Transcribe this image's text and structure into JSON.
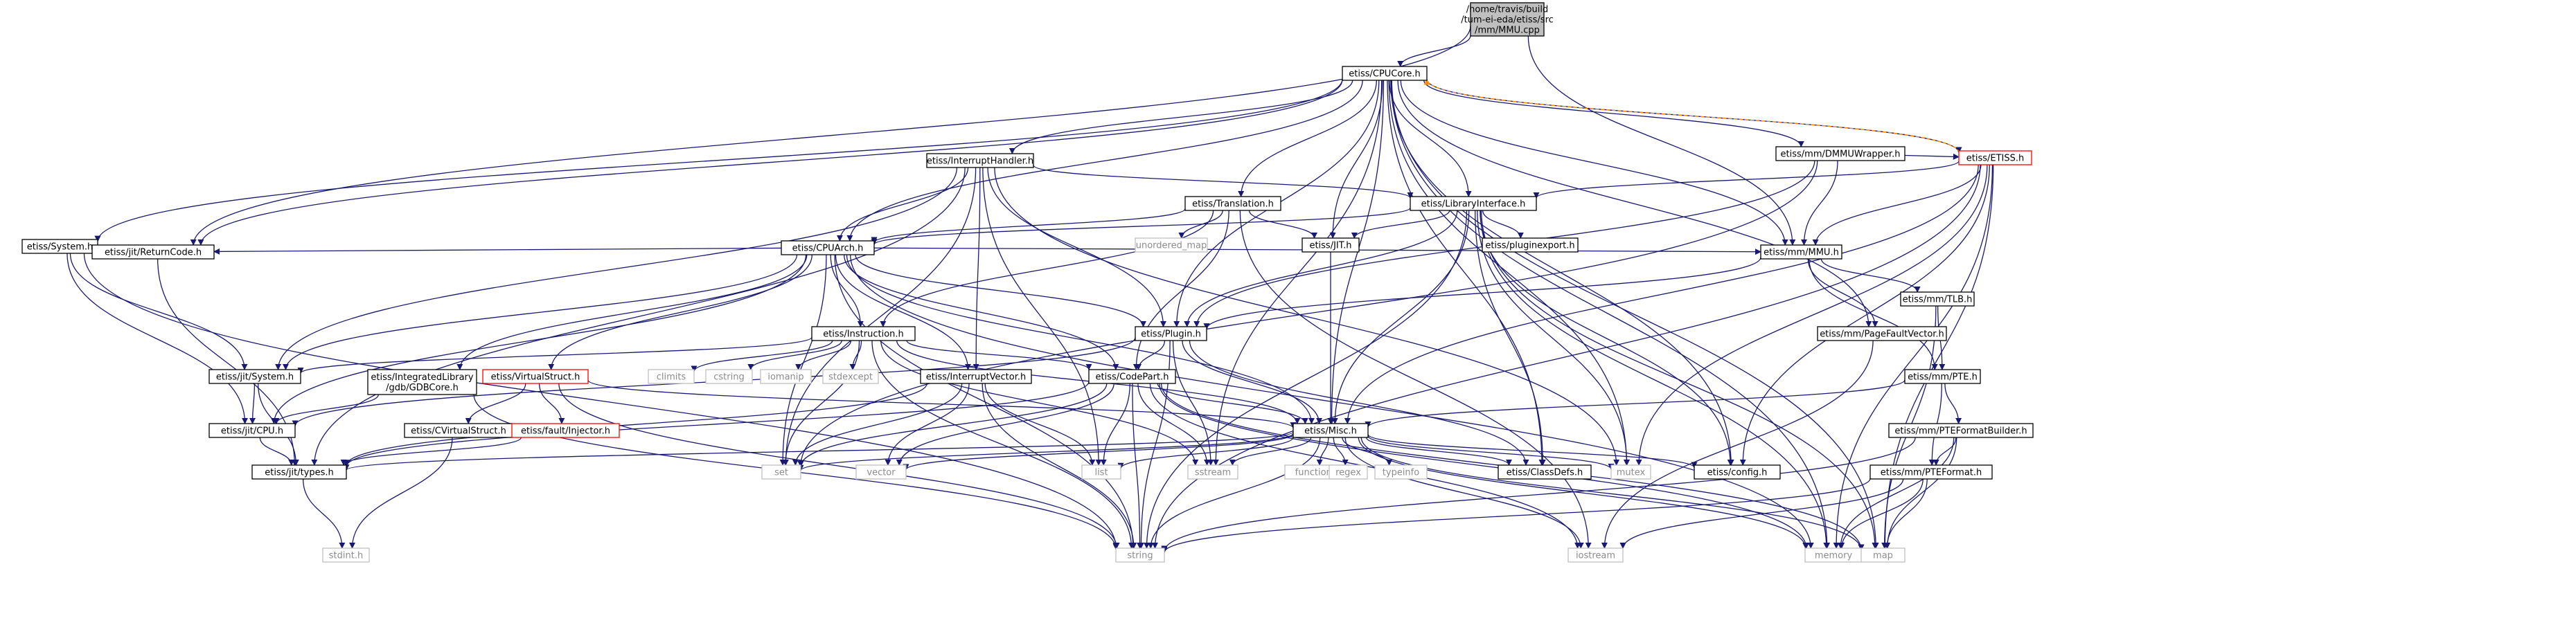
{
  "graph": {
    "palette": {
      "edge": "#191970",
      "edge_alt": "#ff8c00",
      "root_fill": "#bfbfbf",
      "node_border": "#000000",
      "truncated_border": "#ff0000",
      "external_border": "#bfbfbf",
      "external_text": "#8c8c8c"
    },
    "nodes": [
      {
        "id": "root",
        "lines": [
          "/home/travis/build",
          "/tum-ei-eda/etiss/src",
          "/mm/MMU.cpp"
        ],
        "style": "root"
      },
      {
        "id": "cpucore",
        "lines": [
          "etiss/CPUCore.h"
        ],
        "style": "normal"
      },
      {
        "id": "dmmuwrap",
        "lines": [
          "etiss/mm/DMMUWrapper.h"
        ],
        "style": "normal"
      },
      {
        "id": "etisshdr",
        "lines": [
          "etiss/ETISS.h"
        ],
        "style": "truncated"
      },
      {
        "id": "inthandler",
        "lines": [
          "etiss/InterruptHandler.h"
        ],
        "style": "normal"
      },
      {
        "id": "translation",
        "lines": [
          "etiss/Translation.h"
        ],
        "style": "normal"
      },
      {
        "id": "libiface",
        "lines": [
          "etiss/LibraryInterface.h"
        ],
        "style": "normal"
      },
      {
        "id": "system",
        "lines": [
          "etiss/System.h"
        ],
        "style": "normal"
      },
      {
        "id": "returncode",
        "lines": [
          "etiss/jit/ReturnCode.h"
        ],
        "style": "normal"
      },
      {
        "id": "cpuarch",
        "lines": [
          "etiss/CPUArch.h"
        ],
        "style": "normal"
      },
      {
        "id": "unorderedmap",
        "lines": [
          "unordered_map"
        ],
        "style": "external"
      },
      {
        "id": "jit",
        "lines": [
          "etiss/JIT.h"
        ],
        "style": "normal"
      },
      {
        "id": "pluginexport",
        "lines": [
          "etiss/pluginexport.h"
        ],
        "style": "normal"
      },
      {
        "id": "mmu",
        "lines": [
          "etiss/mm/MMU.h"
        ],
        "style": "normal"
      },
      {
        "id": "instruction",
        "lines": [
          "etiss/Instruction.h"
        ],
        "style": "normal"
      },
      {
        "id": "plugin",
        "lines": [
          "etiss/Plugin.h"
        ],
        "style": "normal"
      },
      {
        "id": "pagefault",
        "lines": [
          "etiss/mm/PageFaultVector.h"
        ],
        "style": "normal"
      },
      {
        "id": "tlb",
        "lines": [
          "etiss/mm/TLB.h"
        ],
        "style": "normal"
      },
      {
        "id": "jitsystem",
        "lines": [
          "etiss/jit/System.h"
        ],
        "style": "normal"
      },
      {
        "id": "gdbcore",
        "lines": [
          "etiss/IntegratedLibrary",
          "/gdb/GDBCore.h"
        ],
        "style": "normal"
      },
      {
        "id": "virtualstruct",
        "lines": [
          "etiss/VirtualStruct.h"
        ],
        "style": "truncated"
      },
      {
        "id": "climits",
        "lines": [
          "climits"
        ],
        "style": "external"
      },
      {
        "id": "cstring",
        "lines": [
          "cstring"
        ],
        "style": "external"
      },
      {
        "id": "iomanip",
        "lines": [
          "iomanip"
        ],
        "style": "external"
      },
      {
        "id": "stdexcept",
        "lines": [
          "stdexcept"
        ],
        "style": "external"
      },
      {
        "id": "intvector",
        "lines": [
          "etiss/InterruptVector.h"
        ],
        "style": "normal"
      },
      {
        "id": "codepart",
        "lines": [
          "etiss/CodePart.h"
        ],
        "style": "normal"
      },
      {
        "id": "pte",
        "lines": [
          "etiss/mm/PTE.h"
        ],
        "style": "normal"
      },
      {
        "id": "jitcpu",
        "lines": [
          "etiss/jit/CPU.h"
        ],
        "style": "normal"
      },
      {
        "id": "cvirtual",
        "lines": [
          "etiss/CVirtualStruct.h"
        ],
        "style": "normal"
      },
      {
        "id": "faultinj",
        "lines": [
          "etiss/fault/Injector.h"
        ],
        "style": "truncated"
      },
      {
        "id": "misc",
        "lines": [
          "etiss/Misc.h"
        ],
        "style": "normal"
      },
      {
        "id": "ptebuilder",
        "lines": [
          "etiss/mm/PTEFormatBuilder.h"
        ],
        "style": "normal"
      },
      {
        "id": "jittypes",
        "lines": [
          "etiss/jit/types.h"
        ],
        "style": "normal"
      },
      {
        "id": "set",
        "lines": [
          "set"
        ],
        "style": "external"
      },
      {
        "id": "vector",
        "lines": [
          "vector"
        ],
        "style": "external"
      },
      {
        "id": "list",
        "lines": [
          "list"
        ],
        "style": "external"
      },
      {
        "id": "sstream",
        "lines": [
          "sstream"
        ],
        "style": "external"
      },
      {
        "id": "functional",
        "lines": [
          "functional"
        ],
        "style": "external"
      },
      {
        "id": "regex",
        "lines": [
          "regex"
        ],
        "style": "external"
      },
      {
        "id": "typeinfo",
        "lines": [
          "typeinfo"
        ],
        "style": "external"
      },
      {
        "id": "classdefs",
        "lines": [
          "etiss/ClassDefs.h"
        ],
        "style": "normal"
      },
      {
        "id": "mutex",
        "lines": [
          "mutex"
        ],
        "style": "external"
      },
      {
        "id": "config",
        "lines": [
          "etiss/config.h"
        ],
        "style": "normal"
      },
      {
        "id": "pteformat",
        "lines": [
          "etiss/mm/PTEFormat.h"
        ],
        "style": "normal"
      },
      {
        "id": "stdint",
        "lines": [
          "stdint.h"
        ],
        "style": "external"
      },
      {
        "id": "string",
        "lines": [
          "string"
        ],
        "style": "external"
      },
      {
        "id": "iostream",
        "lines": [
          "iostream"
        ],
        "style": "external"
      },
      {
        "id": "memory",
        "lines": [
          "memory"
        ],
        "style": "external"
      },
      {
        "id": "map",
        "lines": [
          "map"
        ],
        "style": "external"
      }
    ],
    "edges": [
      [
        "root",
        "cpucore"
      ],
      [
        "root",
        "returncode"
      ],
      [
        "root",
        "mmu"
      ],
      [
        "cpucore",
        "dmmuwrap"
      ],
      [
        "cpucore",
        "etisshdr"
      ],
      [
        "cpucore",
        "inthandler"
      ],
      [
        "cpucore",
        "translation"
      ],
      [
        "cpucore",
        "libiface"
      ],
      [
        "cpucore",
        "system"
      ],
      [
        "cpucore",
        "returncode"
      ],
      [
        "cpucore",
        "cpuarch"
      ],
      [
        "cpucore",
        "jit"
      ],
      [
        "cpucore",
        "mmu"
      ],
      [
        "cpucore",
        "plugin"
      ],
      [
        "cpucore",
        "pagefault"
      ],
      [
        "cpucore",
        "misc"
      ],
      [
        "cpucore",
        "mutex"
      ],
      [
        "cpucore",
        "config"
      ],
      [
        "cpucore",
        "classdefs"
      ],
      [
        "cpucore",
        "memory"
      ],
      [
        "cpucore",
        "map"
      ],
      [
        "cpucore",
        "sstream"
      ],
      [
        "dmmuwrap",
        "etisshdr"
      ],
      [
        "dmmuwrap",
        "mmu"
      ],
      [
        "dmmuwrap",
        "plugin"
      ],
      [
        "dmmuwrap",
        "set"
      ],
      [
        "etisshdr",
        "cpucore",
        "alt"
      ],
      [
        "etisshdr",
        "libiface"
      ],
      [
        "etisshdr",
        "misc"
      ],
      [
        "etisshdr",
        "config"
      ],
      [
        "etisshdr",
        "mutex"
      ],
      [
        "etisshdr",
        "memory"
      ],
      [
        "etisshdr",
        "map"
      ],
      [
        "etisshdr",
        "string"
      ],
      [
        "etisshdr",
        "mmu"
      ],
      [
        "inthandler",
        "libiface"
      ],
      [
        "inthandler",
        "cpuarch"
      ],
      [
        "inthandler",
        "intvector"
      ],
      [
        "inthandler",
        "plugin"
      ],
      [
        "inthandler",
        "jittypes"
      ],
      [
        "inthandler",
        "jitsystem"
      ],
      [
        "inthandler",
        "list"
      ],
      [
        "inthandler",
        "mutex"
      ],
      [
        "inthandler",
        "set"
      ],
      [
        "translation",
        "cpuarch"
      ],
      [
        "translation",
        "instruction"
      ],
      [
        "translation",
        "jit"
      ],
      [
        "translation",
        "codepart"
      ],
      [
        "translation",
        "unorderedmap"
      ],
      [
        "translation",
        "iostream"
      ],
      [
        "libiface",
        "cpuarch"
      ],
      [
        "libiface",
        "jit"
      ],
      [
        "libiface",
        "pluginexport"
      ],
      [
        "libiface",
        "plugin"
      ],
      [
        "libiface",
        "misc"
      ],
      [
        "libiface",
        "classdefs"
      ],
      [
        "libiface",
        "config"
      ],
      [
        "libiface",
        "memory"
      ],
      [
        "libiface",
        "mutex"
      ],
      [
        "libiface",
        "map"
      ],
      [
        "libiface",
        "string"
      ],
      [
        "system",
        "returncode"
      ],
      [
        "system",
        "jitsystem"
      ],
      [
        "system",
        "jitcpu"
      ],
      [
        "system",
        "string"
      ],
      [
        "returncode",
        "jittypes"
      ],
      [
        "cpuarch",
        "returncode"
      ],
      [
        "cpuarch",
        "mmu"
      ],
      [
        "cpuarch",
        "instruction"
      ],
      [
        "cpuarch",
        "plugin"
      ],
      [
        "cpuarch",
        "jitsystem"
      ],
      [
        "cpuarch",
        "gdbcore"
      ],
      [
        "cpuarch",
        "virtualstruct"
      ],
      [
        "cpuarch",
        "intvector"
      ],
      [
        "cpuarch",
        "codepart"
      ],
      [
        "cpuarch",
        "jitcpu"
      ],
      [
        "cpuarch",
        "set"
      ],
      [
        "cpuarch",
        "string"
      ],
      [
        "cpuarch",
        "memory"
      ],
      [
        "cpuarch",
        "misc"
      ],
      [
        "jit",
        "misc"
      ],
      [
        "mmu",
        "plugin"
      ],
      [
        "mmu",
        "pagefault"
      ],
      [
        "mmu",
        "tlb"
      ],
      [
        "mmu",
        "pte"
      ],
      [
        "instruction",
        "jitsystem"
      ],
      [
        "instruction",
        "climits"
      ],
      [
        "instruction",
        "cstring"
      ],
      [
        "instruction",
        "iomanip"
      ],
      [
        "instruction",
        "stdexcept"
      ],
      [
        "instruction",
        "codepart"
      ],
      [
        "instruction",
        "misc"
      ],
      [
        "instruction",
        "set"
      ],
      [
        "instruction",
        "string"
      ],
      [
        "instruction",
        "sstream"
      ],
      [
        "plugin",
        "codepart"
      ],
      [
        "plugin",
        "misc"
      ],
      [
        "plugin",
        "jitcpu"
      ],
      [
        "plugin",
        "classdefs"
      ],
      [
        "plugin",
        "string"
      ],
      [
        "plugin",
        "sstream"
      ],
      [
        "pagefault",
        "iostream"
      ],
      [
        "tlb",
        "pte"
      ],
      [
        "tlb",
        "map"
      ],
      [
        "jitsystem",
        "jitcpu"
      ],
      [
        "jitsystem",
        "jittypes"
      ],
      [
        "gdbcore",
        "jitcpu"
      ],
      [
        "gdbcore",
        "string"
      ],
      [
        "virtualstruct",
        "cvirtual"
      ],
      [
        "virtualstruct",
        "faultinj"
      ],
      [
        "virtualstruct",
        "misc"
      ],
      [
        "virtualstruct",
        "string"
      ],
      [
        "intvector",
        "set"
      ],
      [
        "intvector",
        "vector"
      ],
      [
        "intvector",
        "list"
      ],
      [
        "intvector",
        "jittypes"
      ],
      [
        "intvector",
        "string"
      ],
      [
        "codepart",
        "misc"
      ],
      [
        "codepart",
        "jittypes"
      ],
      [
        "codepart",
        "set"
      ],
      [
        "codepart",
        "vector"
      ],
      [
        "codepart",
        "list"
      ],
      [
        "codepart",
        "sstream"
      ],
      [
        "codepart",
        "string"
      ],
      [
        "codepart",
        "iostream"
      ],
      [
        "codepart",
        "memory"
      ],
      [
        "codepart",
        "map"
      ],
      [
        "pte",
        "misc"
      ],
      [
        "pte",
        "ptebuilder"
      ],
      [
        "pte",
        "pteformat"
      ],
      [
        "jitcpu",
        "jittypes"
      ],
      [
        "cvirtual",
        "stdint"
      ],
      [
        "faultinj",
        "jittypes"
      ],
      [
        "misc",
        "jittypes"
      ],
      [
        "misc",
        "set"
      ],
      [
        "misc",
        "vector"
      ],
      [
        "misc",
        "list"
      ],
      [
        "misc",
        "sstream"
      ],
      [
        "misc",
        "functional"
      ],
      [
        "misc",
        "regex"
      ],
      [
        "misc",
        "typeinfo"
      ],
      [
        "misc",
        "classdefs"
      ],
      [
        "misc",
        "mutex"
      ],
      [
        "misc",
        "config"
      ],
      [
        "misc",
        "string"
      ],
      [
        "misc",
        "iostream"
      ],
      [
        "misc",
        "memory"
      ],
      [
        "misc",
        "map"
      ],
      [
        "ptebuilder",
        "pteformat"
      ],
      [
        "ptebuilder",
        "map"
      ],
      [
        "ptebuilder",
        "memory"
      ],
      [
        "ptebuilder",
        "string"
      ],
      [
        "pteformat",
        "string"
      ],
      [
        "pteformat",
        "iostream"
      ],
      [
        "pteformat",
        "memory"
      ],
      [
        "pteformat",
        "map"
      ],
      [
        "jittypes",
        "stdint"
      ]
    ]
  }
}
